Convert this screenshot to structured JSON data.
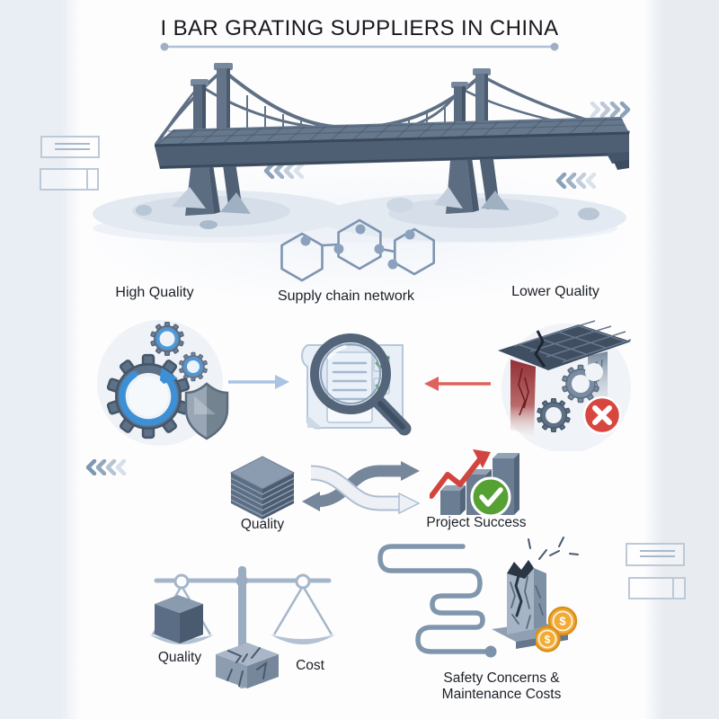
{
  "title": "I BAR GRATING SUPPLIERS IN CHINA",
  "supply": {
    "high": "High Quality",
    "network": "Supply chain network",
    "low": "Lower Quality"
  },
  "tradeoff": {
    "quality": "Quality",
    "success": "Project Success"
  },
  "balance": {
    "quality": "Quality",
    "cost": "Cost"
  },
  "risk": {
    "line1": "Safety Concerns &",
    "line2": "Maintenance Costs",
    "coin_symbol": "$"
  },
  "icons": {
    "bridge": "suspension-bridge-illustration",
    "network": "hexagon-network-icon",
    "quality_gears": "gears-shield-icon",
    "inspection": "magnifier-checklist-icon",
    "defect": "cracked-grating-error-icon",
    "stack": "layer-stack-icon",
    "shuffle": "exchange-arrows-icon",
    "growth": "bar-chart-growth-check-icon",
    "scale": "balance-scale-icon",
    "path": "winding-path-icon",
    "pillar": "cracked-pillar-icon",
    "coins": "dollar-coins-icon"
  },
  "colors": {
    "slate": "#5d6f84",
    "slate_dark": "#46566a",
    "slate_light": "#8fa0b4",
    "accent_blue": "#3d8fd6",
    "arrow_blue": "#a9c4e3",
    "arrow_red": "#e0625c",
    "error_red": "#d8473f",
    "success_green": "#56a133",
    "coin_gold": "#f2ab35",
    "rule_gray": "#aebfd2"
  }
}
